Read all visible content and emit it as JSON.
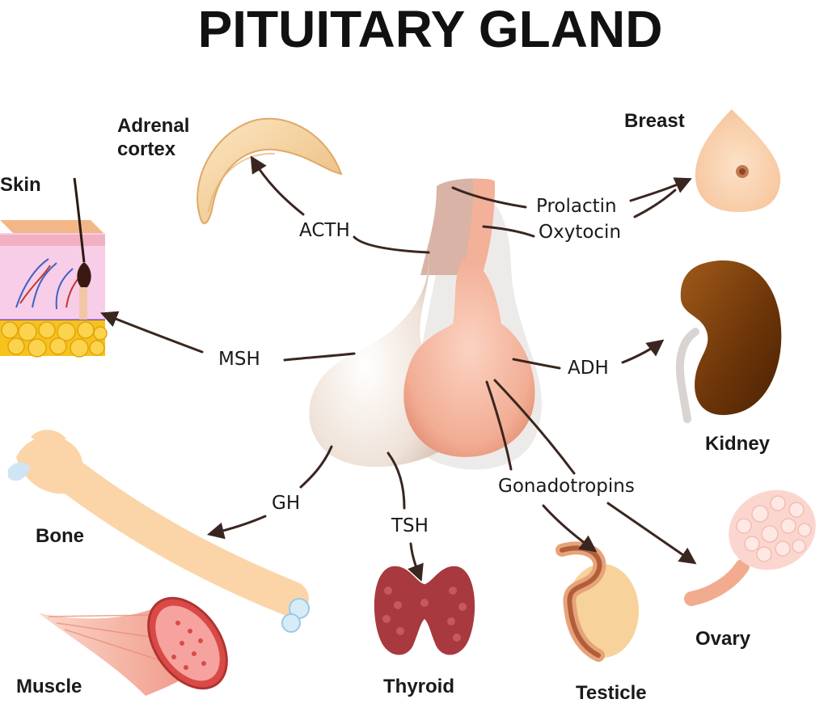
{
  "title": "PITUITARY GLAND",
  "organs": {
    "adrenal_line1": "Adrenal",
    "adrenal_line2": "cortex",
    "breast": "Breast",
    "skin": "Skin",
    "kidney": "Kidney",
    "bone": "Bone",
    "muscle": "Muscle",
    "thyroid": "Thyroid",
    "testicle": "Testicle",
    "ovary": "Ovary"
  },
  "hormones": {
    "acth": "ACTH",
    "prolactin": "Prolactin",
    "oxytocin": "Oxytocin",
    "msh": "MSH",
    "adh": "ADH",
    "gh": "GH",
    "tsh": "TSH",
    "gonadotropins": "Gonadotropins"
  },
  "colors": {
    "line": "#3a2620",
    "anterior_lobe": "#f2e6dc",
    "posterior_lobe": "#f3b7a0",
    "stalk": "#d9b2a4"
  }
}
